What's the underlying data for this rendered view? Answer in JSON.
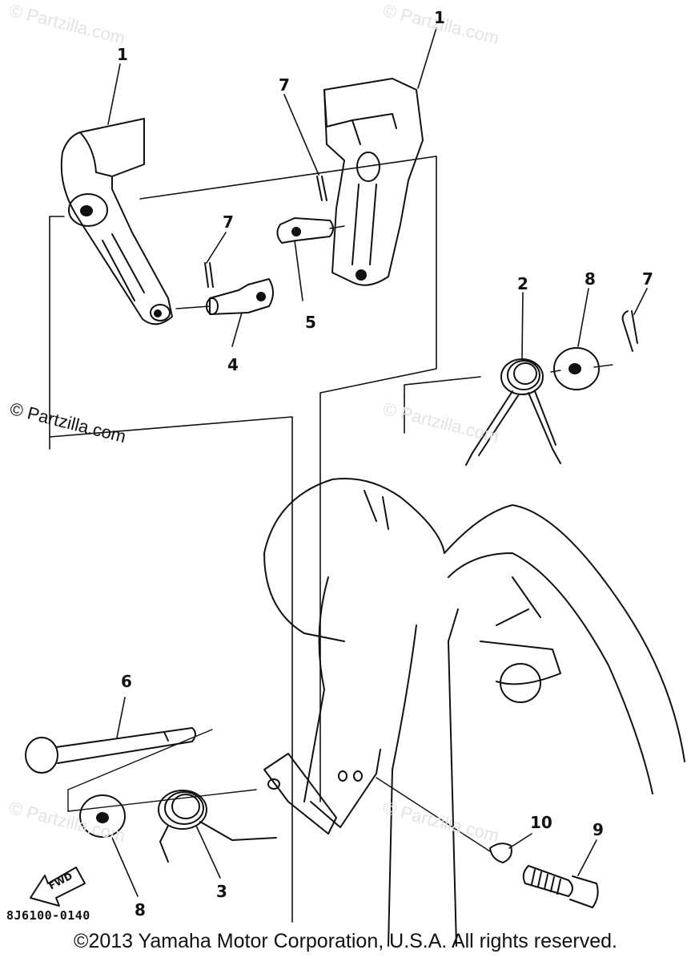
{
  "diagram": {
    "callouts": {
      "c1a": "1",
      "c1b": "1",
      "c7a": "7",
      "c7b": "7",
      "c7c": "7",
      "c5": "5",
      "c4": "4",
      "c2": "2",
      "c8a": "8",
      "c6": "6",
      "c10": "10",
      "c9": "9",
      "c8b": "8",
      "c3": "3"
    },
    "diagram_code": "8J6100-0140",
    "direction_arrow": "FWD",
    "watermark": "© Partzilla.com",
    "copyright": "©2013 Yamaha Motor Corporation, U.S.A. All rights reserved."
  }
}
